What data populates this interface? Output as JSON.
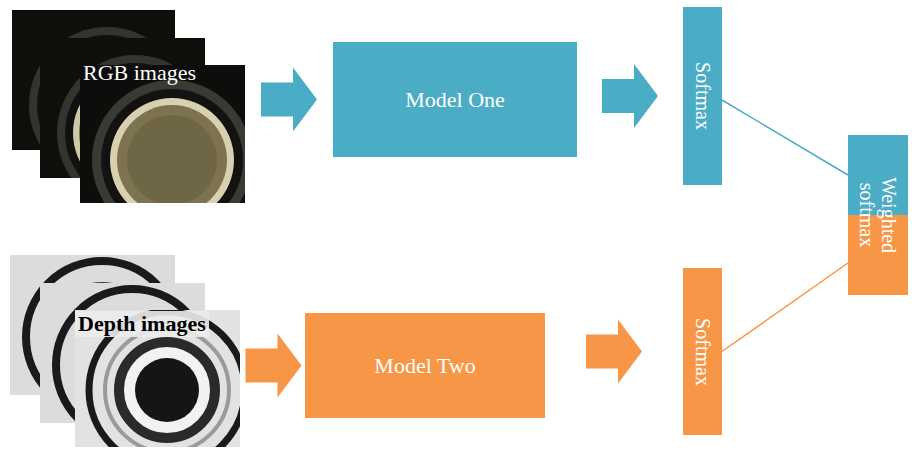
{
  "diagram": {
    "nodes": [
      {
        "text": [
          "RGB images"
        ]
      },
      {
        "text": [
          "Model One"
        ]
      },
      {
        "text": [
          "Softmax"
        ]
      },
      {
        "text": [
          "Depth images"
        ]
      },
      {
        "text": [
          "Model Two"
        ]
      },
      {
        "text": [
          "Softmax"
        ]
      },
      {
        "text": [
          "Weighted softmax"
        ]
      }
    ],
    "edges": [
      {
        "from": 0,
        "to": 1,
        "arrow": "to"
      },
      {
        "from": 1,
        "to": 2,
        "arrow": "to"
      },
      {
        "from": 3,
        "to": 4,
        "arrow": "to"
      },
      {
        "from": 4,
        "to": 5,
        "arrow": "to"
      },
      {
        "from": 2,
        "to": 6,
        "arrow": "none"
      },
      {
        "from": 5,
        "to": 6,
        "arrow": "none"
      }
    ]
  }
}
